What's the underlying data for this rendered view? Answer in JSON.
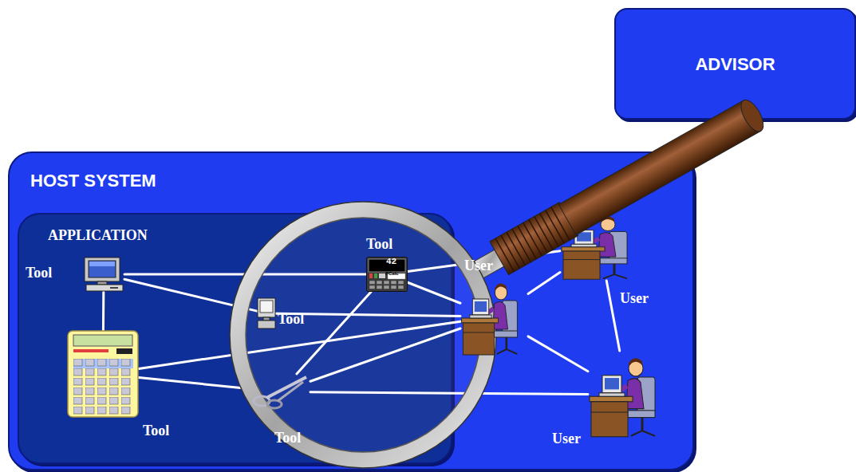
{
  "diagram": {
    "nodes": [
      {
        "text": [
          "ADVISOR"
        ]
      },
      {
        "text": [
          "HOST SYSTEM"
        ]
      },
      {
        "text": [
          "APPLICATION"
        ],
        "in": 1
      },
      {
        "text": [
          "Tool"
        ],
        "in": 2
      },
      {
        "text": [
          "Tool"
        ],
        "in": 2
      },
      {
        "text": [
          "Tool"
        ],
        "in": 2
      },
      {
        "text": [
          "Tool"
        ],
        "in": 2
      },
      {
        "text": [
          "Tool"
        ],
        "in": 2
      },
      {
        "text": [
          "User"
        ],
        "in": 1
      },
      {
        "text": [
          "User"
        ],
        "in": 1
      },
      {
        "text": [
          "User"
        ],
        "in": 1
      }
    ],
    "edges": [
      {
        "from": 3,
        "to": 4,
        "arrow": "none"
      },
      {
        "from": 3,
        "to": 5,
        "arrow": "none"
      },
      {
        "from": 3,
        "to": 6,
        "arrow": "none"
      },
      {
        "from": 4,
        "to": 8,
        "arrow": "none"
      },
      {
        "from": 4,
        "to": 9,
        "arrow": "none"
      },
      {
        "from": 4,
        "to": 7,
        "arrow": "none"
      },
      {
        "from": 5,
        "to": 8,
        "arrow": "none"
      },
      {
        "from": 6,
        "to": 8,
        "arrow": "none"
      },
      {
        "from": 6,
        "to": 7,
        "arrow": "none"
      },
      {
        "from": 7,
        "to": 8,
        "arrow": "none"
      },
      {
        "from": 7,
        "to": 10,
        "arrow": "none"
      },
      {
        "from": 8,
        "to": 9,
        "arrow": "none"
      },
      {
        "from": 9,
        "to": 10,
        "arrow": "none"
      },
      {
        "from": 8,
        "to": 10,
        "arrow": "none"
      }
    ],
    "labels": [
      "42",
      "PCalc"
    ]
  }
}
